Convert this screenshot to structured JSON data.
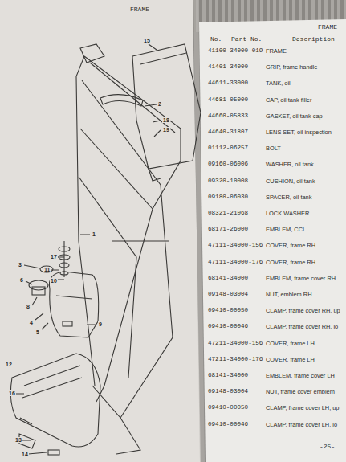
{
  "diagram": {
    "labels": [
      "FRAME",
      "FRAME",
      "No.",
      "Part No.",
      "Description",
      "41100-34000-019",
      "FRAME",
      "41401-34000",
      "GRIP, frame handle",
      "44611-33000",
      "TANK, oil",
      "44681-05000",
      "CAP, oil tank filler",
      "44660-05833",
      "GASKET, oil tank cap",
      "44640-31807",
      "LENS SET, oil inspection",
      "01112-06257",
      "BOLT",
      "09160-06006",
      "WASHER, oil tank",
      "09320-10008",
      "CUSHION, oil tank",
      "09180-06030",
      "SPACER, oil tank",
      "08321-21068",
      "LOCK WASHER",
      "68171-26000",
      "EMBLEM, CCI",
      "47111-34000-156",
      "COVER, frame RH",
      "47111-34000-176",
      "COVER, frame RH",
      "68141-34000",
      "EMBLEM, frame cover RH",
      "09148-03004",
      "NUT, emblem RH",
      "09410-00050",
      "CLAMP, frame cover RH, up",
      "09410-00046",
      "CLAMP, frame cover RH, lo",
      "47211-34000-156",
      "COVER, frame LH",
      "47211-34000-176",
      "COVER, frame LH",
      "68141-34000",
      "EMBLEM, frame cover LH",
      "09148-03004",
      "NUT, frame cover emblem",
      "09410-00050",
      "CLAMP, frame cover LH, up",
      "09410-00046",
      "CLAMP, frame cover LH, lo",
      "15",
      "2",
      "18",
      "19",
      "1",
      "17",
      "11",
      "10",
      "9",
      "8",
      "6",
      "3",
      "4",
      "5",
      "16",
      "12",
      "14",
      "13",
      "-25-"
    ]
  }
}
